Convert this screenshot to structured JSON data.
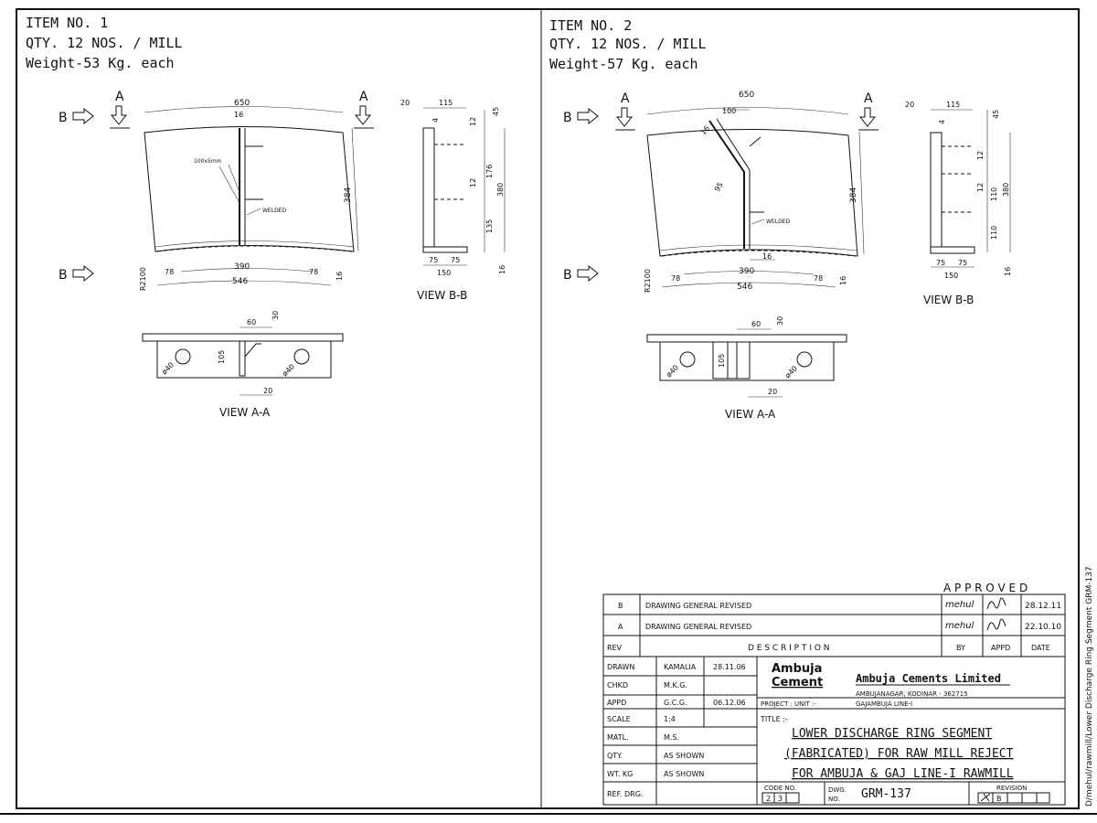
{
  "item1": {
    "item_no": "ITEM NO. 1",
    "qty": "QTY. 12 NOS. / MILL",
    "weight": "Weight-53 Kg. each",
    "dims": {
      "top_arc": "650",
      "rib": "16",
      "height": "384",
      "radius": "R2100",
      "inner": "390",
      "bottom": "546",
      "side_left": "78",
      "side_right": "78",
      "thk": "16"
    },
    "annotations": {
      "weld_note": "WELDED",
      "spacing_note": "100x5mm"
    },
    "view_bb": {
      "label": "VIEW B-B",
      "d20": "20",
      "d115": "115",
      "d4": "4",
      "d12a": "12",
      "d45": "45",
      "d176": "176",
      "d12b": "12",
      "d380": "380",
      "d135": "135",
      "d75a": "75",
      "d75b": "75",
      "d150": "150",
      "d16": "16"
    },
    "view_aa": {
      "label": "VIEW A-A",
      "d60": "60",
      "d30": "30",
      "d105": "105",
      "hole_l": "ø40",
      "hole_r": "ø40",
      "d20": "20"
    }
  },
  "item2": {
    "item_no": "ITEM NO. 2",
    "qty": "QTY. 12 NOS. / MILL",
    "weight": "Weight-57 Kg. each",
    "dims": {
      "top_arc": "650",
      "d100": "100",
      "d16": "16",
      "d95": "95",
      "height": "384",
      "radius": "R2100",
      "inner": "390",
      "bottom": "546",
      "side_left": "78",
      "side_right": "78",
      "d16b": "16",
      "thk": "16"
    },
    "annotations": {
      "weld_note": "WELDED"
    },
    "view_bb": {
      "label": "VIEW B-B",
      "d20": "20",
      "d115": "115",
      "d4": "4",
      "d45": "45",
      "d12a": "12",
      "d12b": "12",
      "d110a": "110",
      "d380": "380",
      "d110b": "110",
      "d75a": "75",
      "d75b": "75",
      "d150": "150",
      "d16": "16"
    },
    "view_aa": {
      "label": "VIEW A-A",
      "d60": "60",
      "d30": "30",
      "d105": "105",
      "hole_l": "ø40",
      "hole_r": "ø40",
      "d20": "20"
    }
  },
  "markers": {
    "section_a": "A",
    "section_b": "B"
  },
  "title_block": {
    "approved": "A P P R O V E D",
    "revisions": [
      {
        "rev": "B",
        "desc": "DRAWING GENERAL REVISED",
        "by": "mehul",
        "appd": "",
        "date": "28.12.11"
      },
      {
        "rev": "A",
        "desc": "DRAWING GENERAL REVISED",
        "by": "mehul",
        "appd": "",
        "date": "22.10.10"
      }
    ],
    "header": {
      "rev": "REV",
      "desc": "D E S C R I P T I O N",
      "by": "BY",
      "appd": "APPD",
      "date": "DATE"
    },
    "people": [
      {
        "role": "DRAWN",
        "name": "KAMALIA",
        "date": "28.11.06"
      },
      {
        "role": "CHKD",
        "name": "M.K.G.",
        "date": ""
      },
      {
        "role": "APPD",
        "name": "G.C.G.",
        "date": "06.12.06"
      }
    ],
    "props": [
      {
        "label": "SCALE",
        "value": "1:4"
      },
      {
        "label": "MATL.",
        "value": "M.S."
      },
      {
        "label": "QTY.",
        "value": "AS SHOWN"
      },
      {
        "label": "WT. KG",
        "value": "AS SHOWN"
      },
      {
        "label": "REF. DRG.",
        "value": ""
      }
    ],
    "logo_line1": "Ambuja",
    "logo_line2": "Cement",
    "company": "Ambuja Cements Limited",
    "address": "AMBUJANAGAR, KODINAR - 362715",
    "project_label": "PROJECT : UNIT :-",
    "project_value": "GAJAMBUJA LINE-I",
    "title_label": "TITLE :-",
    "title_lines": [
      "LOWER DISCHARGE RING SEGMENT",
      "(FABRICATED) FOR RAW MILL REJECT",
      "FOR AMBUJA & GAJ LINE-I RAWMILL"
    ],
    "code_label": "CODE NO.",
    "code_values": [
      "2",
      "3"
    ],
    "dwg_label_1": "DWG.",
    "dwg_label_2": "NO.",
    "dwg_no": "GRM-137",
    "revision_label": "REVISION",
    "revision_value": "B"
  },
  "side_path": "D/mehul/rawmill/Lower Discharge Ring Segment GRM-137"
}
